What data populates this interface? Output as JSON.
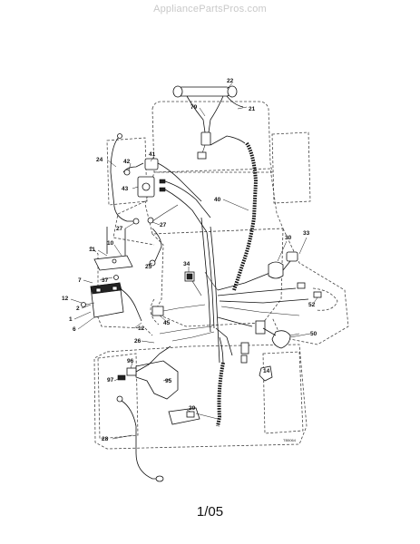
{
  "watermark": "AppliancePartsPros.com",
  "page_number": "1/05",
  "figure_code": "TB5064",
  "callouts": [
    {
      "label": "22"
    },
    {
      "label": "79"
    },
    {
      "label": "21"
    },
    {
      "label": "24"
    },
    {
      "label": "41"
    },
    {
      "label": "42"
    },
    {
      "label": "43"
    },
    {
      "label": "40"
    },
    {
      "label": "27"
    },
    {
      "label": "27"
    },
    {
      "label": "33"
    },
    {
      "label": "30"
    },
    {
      "label": "11"
    },
    {
      "label": "10"
    },
    {
      "label": "25"
    },
    {
      "label": "7"
    },
    {
      "label": "37"
    },
    {
      "label": "34"
    },
    {
      "label": "12"
    },
    {
      "label": "2"
    },
    {
      "label": "1"
    },
    {
      "label": "6"
    },
    {
      "label": "45"
    },
    {
      "label": "52"
    },
    {
      "label": "12"
    },
    {
      "label": "50"
    },
    {
      "label": "26"
    },
    {
      "label": "96"
    },
    {
      "label": "97"
    },
    {
      "label": "95"
    },
    {
      "label": "14"
    },
    {
      "label": "29"
    },
    {
      "label": "28"
    }
  ]
}
